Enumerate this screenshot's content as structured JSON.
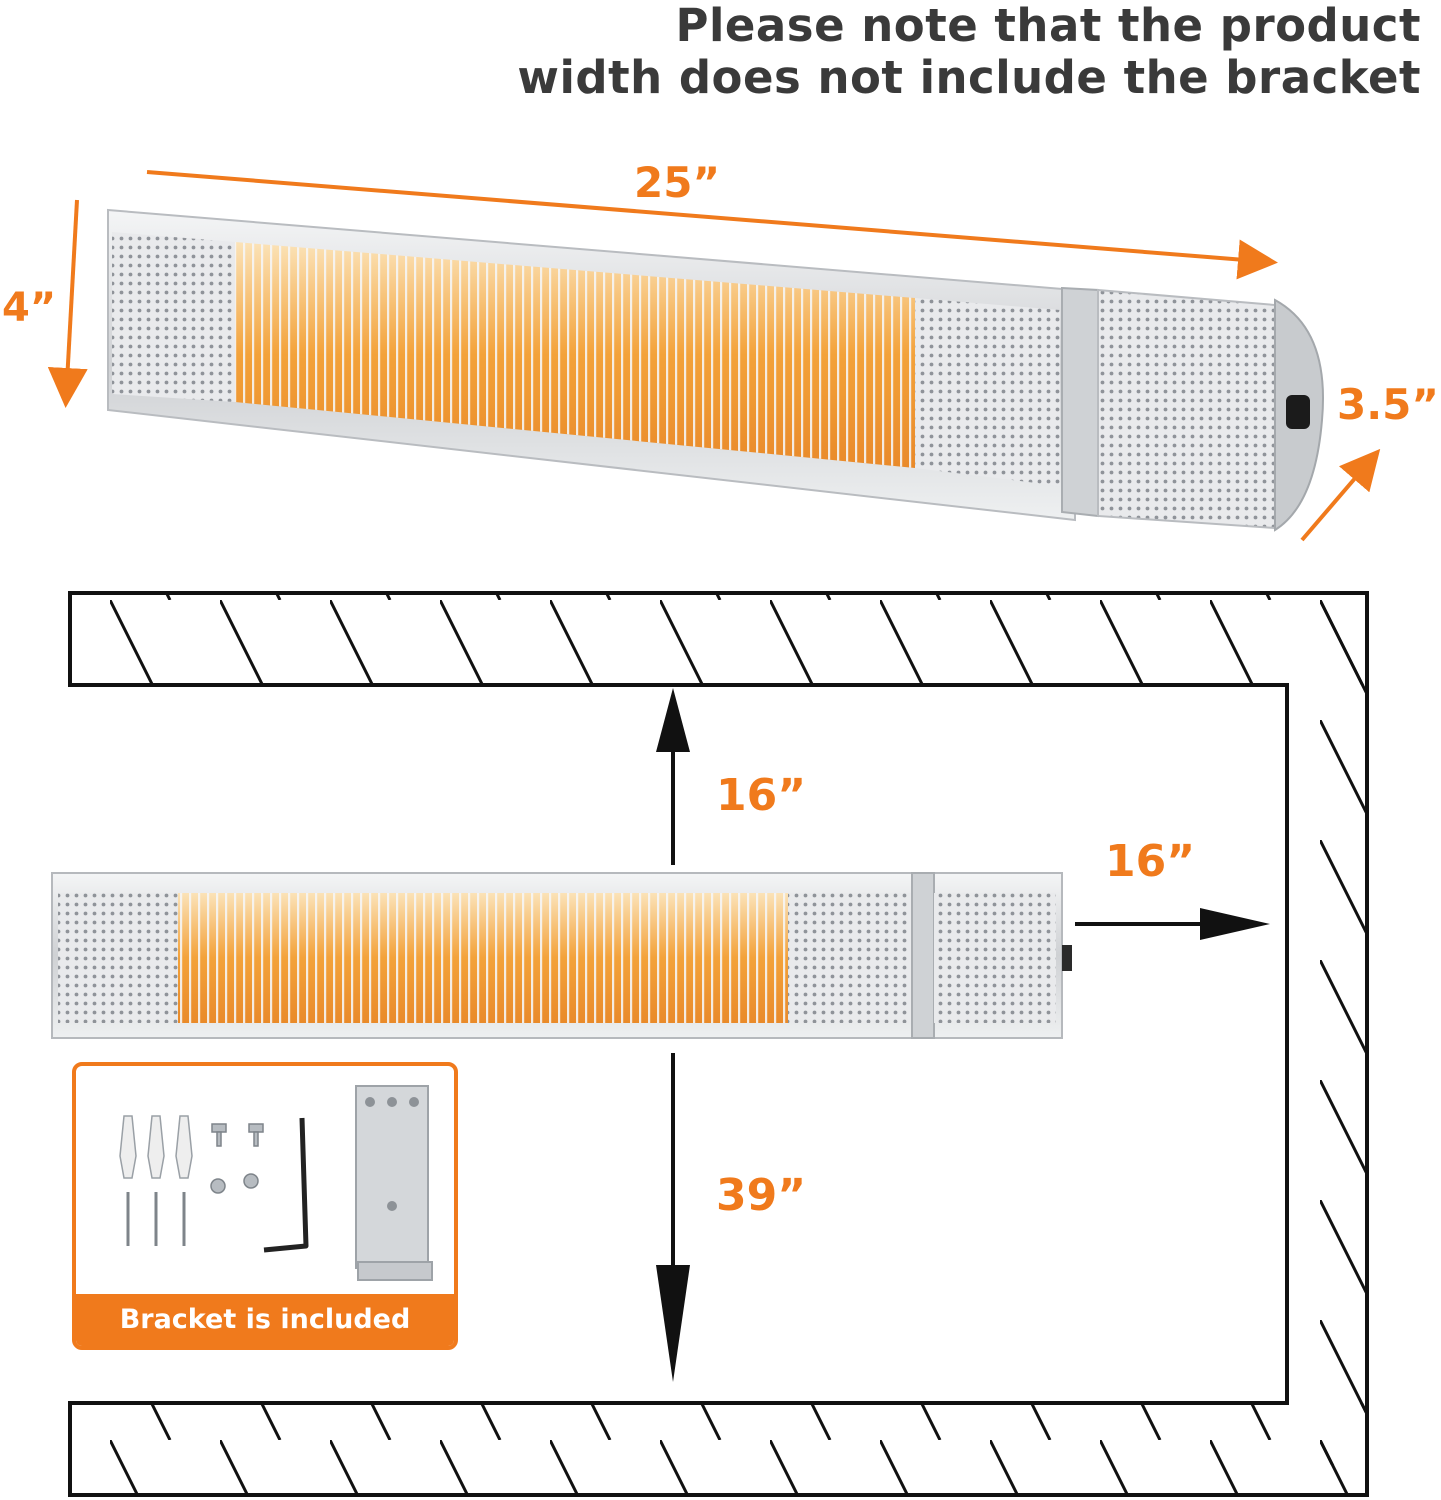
{
  "note": {
    "line1": "Please note that the product",
    "line2": "width does not include the bracket"
  },
  "dimensions": {
    "width": "25”",
    "height": "4”",
    "depth": "3.5”",
    "top_clearance": "16”",
    "side_clearance": "16”",
    "bottom_clearance": "39”"
  },
  "kit": {
    "caption": "Bracket is included"
  },
  "colors": {
    "accent": "#f07a1c",
    "text": "#3a3a3a",
    "wall": "#111111",
    "heater_body": "#d9dadc",
    "element_glow": "#f3a23a"
  }
}
